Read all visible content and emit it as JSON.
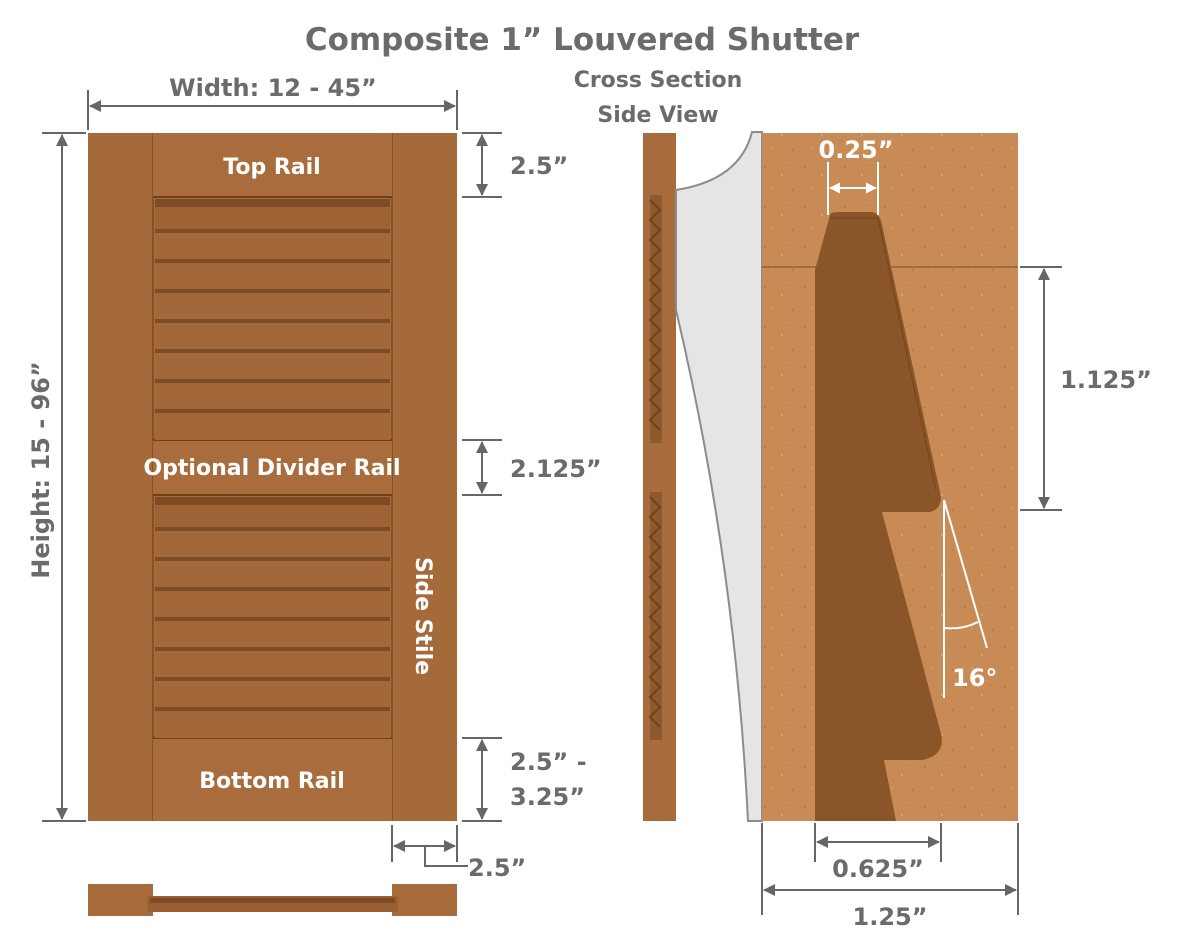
{
  "title": "Composite 1” Louvered Shutter",
  "front_view": {
    "width_label": "Width: 12 - 45”",
    "height_label": "Height: 15 - 96”",
    "top_rail_label": "Top Rail",
    "divider_rail_label": "Optional Divider Rail",
    "bottom_rail_label": "Bottom Rail",
    "side_stile_label": "Side Stile",
    "top_rail_dim": "2.5”",
    "divider_rail_dim": "2.125”",
    "bottom_rail_dim_line1": "2.5” -",
    "bottom_rail_dim_line2": "3.25”",
    "stile_width_dim": "2.5”"
  },
  "cross_section": {
    "label_line1": "Cross Section",
    "label_line2": "Side View",
    "top_width_dim": "0.25”",
    "louver_height_dim": "1.125”",
    "angle_dim": "16°",
    "louver_depth_dim": "0.625”",
    "total_depth_dim": "1.25”"
  },
  "colors": {
    "wood": "#a86c3c",
    "wood_dark": "#8a5528",
    "wood_light": "#c88a52",
    "dimension_gray": "#666666",
    "gap_gray": "#e4e4e4"
  }
}
